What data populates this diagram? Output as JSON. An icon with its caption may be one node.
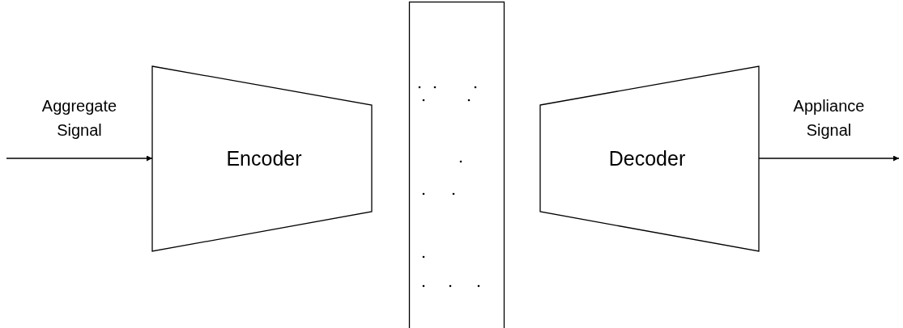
{
  "diagram": {
    "nodes": [
      {
        "text": [
          "Encoder"
        ]
      },
      {
        "text": [],
        "shape": "box"
      },
      {
        "text": [
          "Decoder"
        ]
      }
    ],
    "edges": [
      {
        "from": null,
        "to": 0,
        "arrow": "to",
        "label": "Aggregate Signal"
      },
      {
        "from": 2,
        "to": null,
        "arrow": "to",
        "label": "Appliance Signal"
      }
    ]
  }
}
